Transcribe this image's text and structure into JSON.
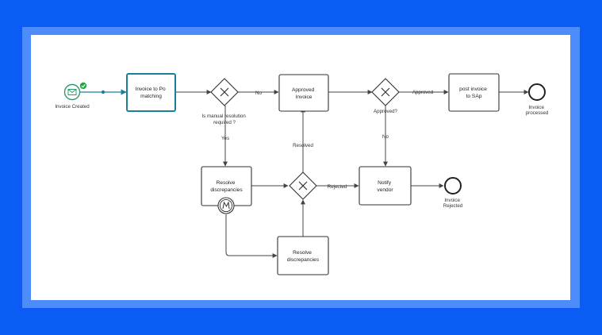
{
  "start_event": {
    "label": "Invoice Created"
  },
  "tasks": {
    "invoice_matching": [
      "Invoice to Po",
      "matching"
    ],
    "approved_invoice": [
      "Approved",
      "Invoice"
    ],
    "post_invoice": [
      "post invoice",
      "to SAp"
    ],
    "resolve_1": [
      "Resolve",
      "discrepancies"
    ],
    "notify_vendor": [
      "Notify",
      "vendor"
    ],
    "resolve_2": [
      "Resolve",
      "discrepancies"
    ]
  },
  "gateways": {
    "manual_resolution": [
      "Is manual resolution",
      "required ?"
    ],
    "approved": "Approved?"
  },
  "end_events": {
    "processed": [
      "Invoice",
      "processed"
    ],
    "rejected": [
      "Invoice",
      "Rejected"
    ]
  },
  "flow_labels": {
    "no_1": "No",
    "yes": "Yes",
    "approved": "Approved",
    "no_2": "No",
    "resolved": "Resolved",
    "rejected": "Rejected"
  },
  "colors": {
    "outer_bg": "#0a5cf5",
    "frame": "#4d8dfb",
    "highlight_task": "#1b7f9c",
    "start_event": "#2e9c6a",
    "check_badge": "#27a844"
  }
}
